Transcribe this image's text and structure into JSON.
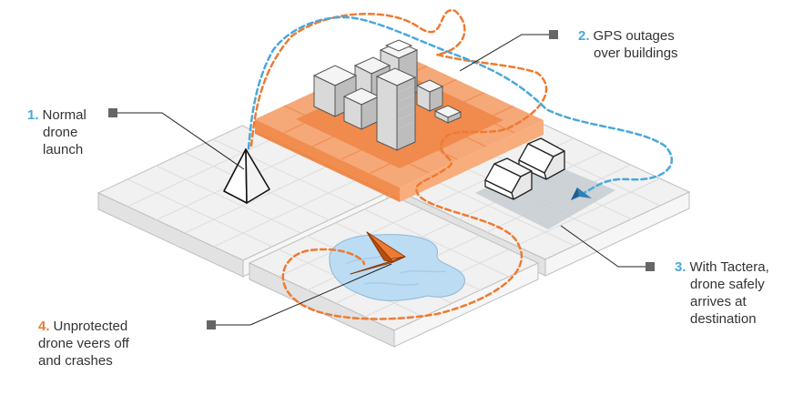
{
  "colors": {
    "orange": "#ef7a30",
    "orange_light": "#f8ad7c",
    "blue": "#4aa8db",
    "blue_dark": "#2f7fb8",
    "tile_top": "#f1f1f1",
    "grid": "#dedede",
    "text": "#333333",
    "marker": "#666666"
  },
  "callouts": [
    {
      "num": "1.",
      "num_color": "#4aa8db",
      "lines": [
        "Normal",
        "drone",
        "launch"
      ]
    },
    {
      "num": "2.",
      "num_color": "#4aa8db",
      "lines": [
        "GPS outages",
        "over buildings"
      ]
    },
    {
      "num": "3.",
      "num_color": "#4aa8db",
      "lines": [
        "With Tactera,",
        "drone safely",
        "arrives at",
        "destination"
      ]
    },
    {
      "num": "4.",
      "num_color": "#ef7a30",
      "lines": [
        "Unprotected",
        "drone veers off",
        "and crashes"
      ]
    }
  ],
  "icons": [
    "pyramid-launch-icon",
    "drone-crash-icon",
    "drone-arrived-icon",
    "house-icon",
    "building-icon"
  ]
}
